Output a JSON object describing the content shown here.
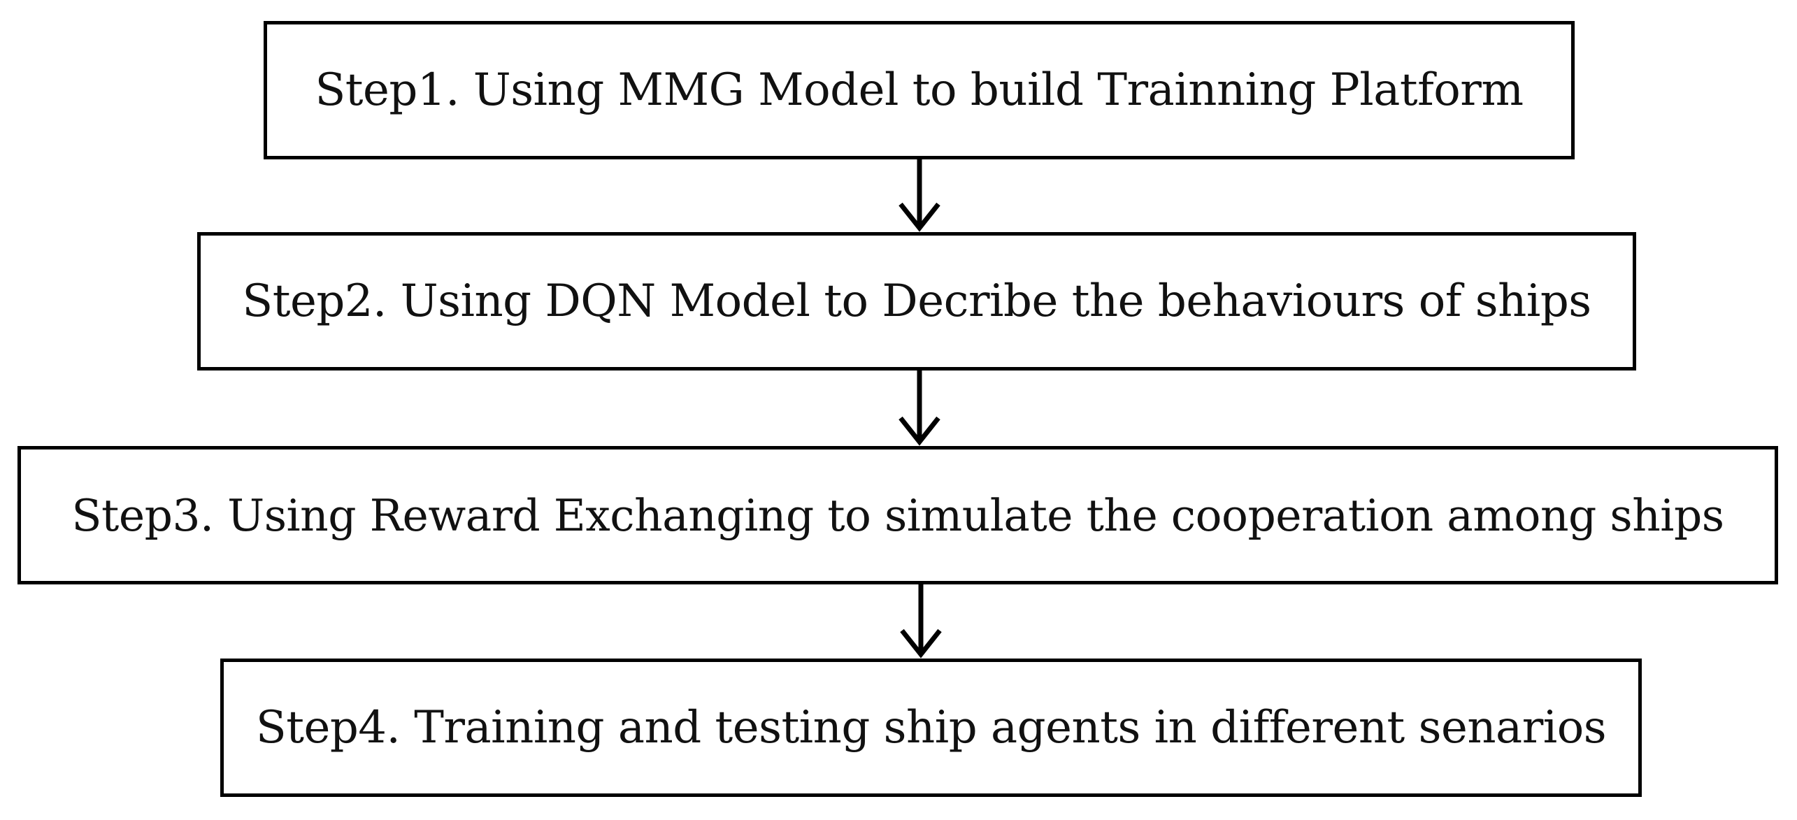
{
  "flowchart": {
    "steps": [
      {
        "label": "Step1. Using MMG Model to build Trainning Platform"
      },
      {
        "label": "Step2. Using DQN Model to Decribe the behaviours of ships"
      },
      {
        "label": "Step3. Using Reward Exchanging to simulate the cooperation among ships"
      },
      {
        "label": "Step4. Training and testing ship agents in different senarios"
      }
    ],
    "colors": {
      "stroke": "#000000",
      "text": "#111111",
      "background": "#ffffff"
    }
  }
}
